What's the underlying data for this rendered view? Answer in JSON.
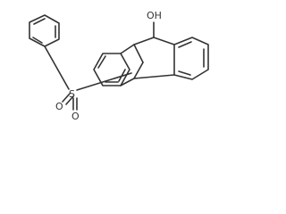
{
  "molecule": {
    "atom_labels": {
      "hydroxyl": "OH",
      "sulfur": "S",
      "oxygen_upper": "O",
      "oxygen_lower": "O"
    },
    "colors": {
      "bond": "#333333",
      "label": "#333333",
      "background": "#ffffff"
    }
  }
}
